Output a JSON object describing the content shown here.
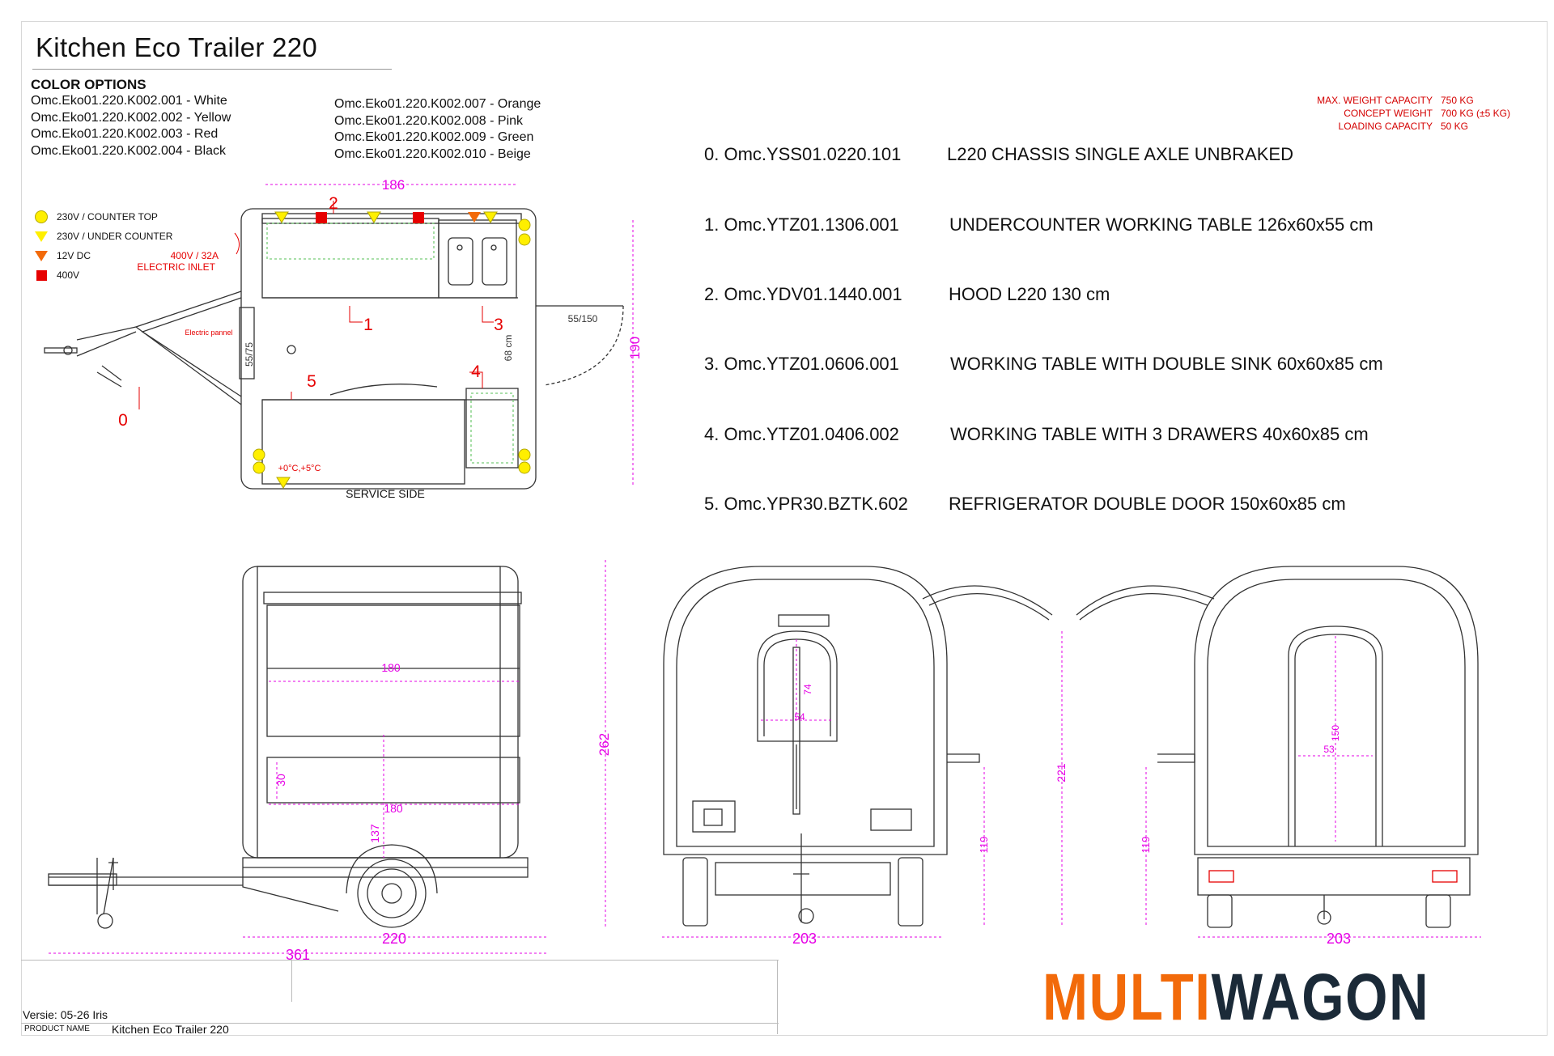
{
  "title": "Kitchen Eco Trailer 220",
  "color_options": {
    "heading": "COLOR OPTIONS",
    "left": [
      "Omc.Eko01.220.K002.001 - White",
      "Omc.Eko01.220.K002.002 - Yellow",
      "Omc.Eko01.220.K002.003 - Red",
      "Omc.Eko01.220.K002.004 - Black"
    ],
    "right": [
      "Omc.Eko01.220.K002.007 - Orange",
      "Omc.Eko01.220.K002.008 - Pink",
      "Omc.Eko01.220.K002.009 - Green",
      "Omc.Eko01.220.K002.010 - Beige"
    ]
  },
  "legend": [
    {
      "symbol": "yellow-circle",
      "label": "230V  / COUNTER TOP"
    },
    {
      "symbol": "yellow-triangle",
      "label": "230V  / UNDER COUNTER"
    },
    {
      "symbol": "orange-triangle",
      "label": "12V DC"
    },
    {
      "symbol": "red-square",
      "label": "400V"
    }
  ],
  "capacity": {
    "max_weight_label": "MAX. WEIGHT CAPACITY",
    "max_weight_value": "750 KG",
    "concept_weight_label": "CONCEPT WEIGHT",
    "concept_weight_value": "700 KG (±5 KG)",
    "loading_label": "LOADING CAPACITY",
    "loading_value": "50 KG"
  },
  "parts": [
    {
      "code": "0. Omc.YSS01.0220.101",
      "desc": "L220 CHASSIS SINGLE AXLE UNBRAKED"
    },
    {
      "code": "1. Omc.YTZ01.1306.001",
      "desc": "UNDERCOUNTER WORKING TABLE 126x60x55 cm"
    },
    {
      "code": "2. Omc.YDV01.1440.001",
      "desc": "HOOD L220 130 cm"
    },
    {
      "code": "3. Omc.YTZ01.0606.001",
      "desc": "WORKING TABLE WITH DOUBLE SINK 60x60x85 cm"
    },
    {
      "code": "4. Omc.YTZ01.0406.002",
      "desc": "WORKING TABLE WITH 3 DRAWERS  40x60x85 cm"
    },
    {
      "code": "5. Omc.YPR30.BZTK.602",
      "desc": "REFRIGERATOR DOUBLE DOOR 150x60x85 cm"
    }
  ],
  "plan": {
    "dim_width": "186",
    "dim_depth": "190",
    "door": "55/150",
    "side_door": "55/75",
    "inner": "68 cm",
    "inlet_line1": "400V / 32A",
    "inlet_line2": "ELECTRIC INLET",
    "panel": "Electric pannel",
    "fridge_temp": "+0°C,+5°C",
    "service_side": "SERVICE SIDE",
    "callouts": [
      "0",
      "1",
      "2",
      "3",
      "4",
      "5"
    ]
  },
  "side_view": {
    "window_width": "180",
    "counter_width": "180",
    "counter_height": "30",
    "floor_height": "137",
    "total_height": "262",
    "body_length": "220",
    "total_length": "361"
  },
  "rear_view": {
    "window_width": "54",
    "window_height": "74",
    "floor_height": "119",
    "width": "203"
  },
  "front_view": {
    "door_width": "53",
    "door_height": "150",
    "total_height": "221",
    "floor_height": "119",
    "width": "203"
  },
  "title_block": {
    "version": "Versie: 05-26 Iris",
    "product_label": "PRODUCT NAME",
    "product_name": "Kitchen Eco Trailer 220"
  },
  "brand": {
    "part1": "MULTI",
    "part2": "WAGON"
  },
  "colors": {
    "magenta": "#e600e6",
    "red": "#e60000",
    "orange": "#f26a0a",
    "navy": "#1b2a38",
    "yellow": "#ffef00"
  }
}
